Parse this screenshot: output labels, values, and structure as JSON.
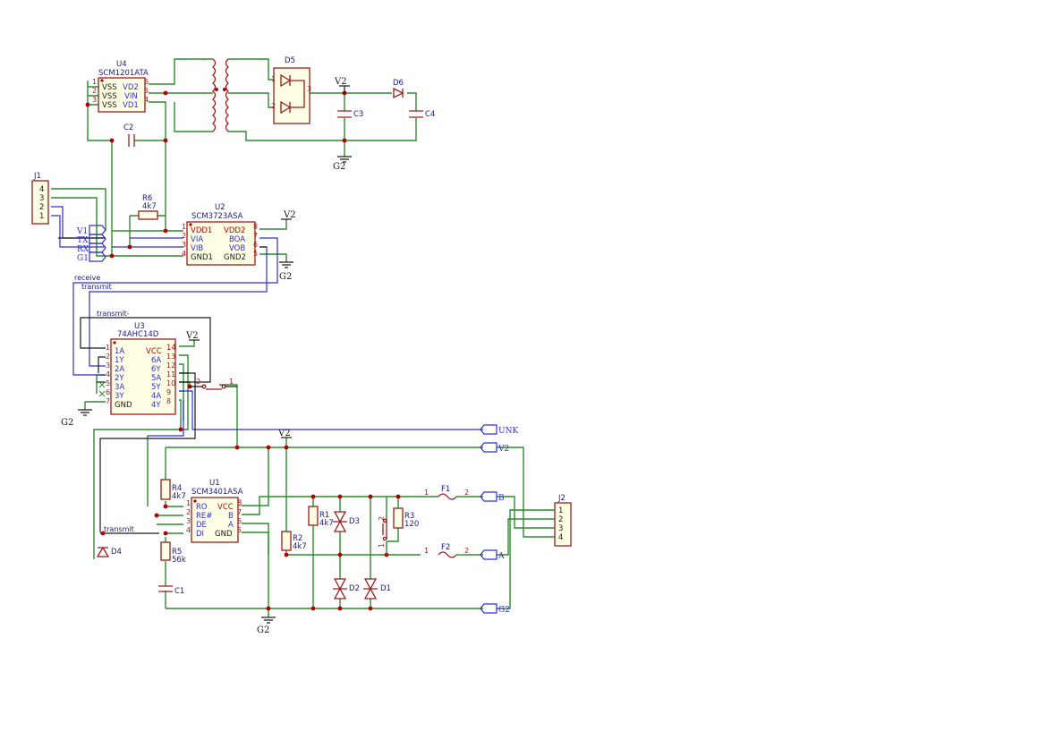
{
  "sheet": {
    "components": {
      "U4": {
        "ref": "U4",
        "value": "SCM1201ATA",
        "pins": [
          "VSS",
          "VSS",
          "VSS",
          "VD2",
          "VIN",
          "VD1"
        ],
        "nums": [
          "1",
          "2",
          "3",
          "6",
          "5",
          "4"
        ]
      },
      "U2": {
        "ref": "U2",
        "value": "SCM3723ASA",
        "left": [
          "VDD1",
          "VIA",
          "VIB",
          "GND1"
        ],
        "right": [
          "VDD2",
          "BOA",
          "VOB",
          "GND2"
        ],
        "lnums": [
          "1",
          "2",
          "3",
          "4"
        ],
        "rnums": [
          "8",
          "7",
          "6",
          "5"
        ]
      },
      "U3": {
        "ref": "U3",
        "value": "74AHC14D",
        "left": [
          "1A",
          "1Y",
          "2A",
          "2Y",
          "3A",
          "3Y",
          "GND"
        ],
        "right": [
          "VCC",
          "6A",
          "6Y",
          "5A",
          "5Y",
          "4A",
          "4Y"
        ],
        "lnums": [
          "1",
          "2",
          "3",
          "4",
          "5",
          "6",
          "7"
        ],
        "rnums": [
          "14",
          "13",
          "12",
          "11",
          "10",
          "9",
          "8"
        ]
      },
      "U1": {
        "ref": "U1",
        "value": "SCM3401ASA",
        "left": [
          "RO",
          "RE#",
          "DE",
          "DI"
        ],
        "right": [
          "VCC",
          "B",
          "A",
          "GND"
        ],
        "lnums": [
          "1",
          "2",
          "3",
          "4"
        ],
        "rnums": [
          "8",
          "7",
          "6",
          "5"
        ]
      },
      "J1": {
        "ref": "J1",
        "pins": [
          "4",
          "3",
          "2",
          "1"
        ]
      },
      "J2": {
        "ref": "J2",
        "pins": [
          "1",
          "2",
          "3",
          "4"
        ]
      },
      "D5": {
        "ref": "D5",
        "pins": [
          "1",
          "2",
          "3"
        ]
      },
      "D6": {
        "ref": "D6"
      },
      "C2": {
        "ref": "C2"
      },
      "C3": {
        "ref": "C3"
      },
      "C4": {
        "ref": "C4"
      },
      "C1": {
        "ref": "C1"
      },
      "R6": {
        "ref": "R6",
        "value": "4k7"
      },
      "R4": {
        "ref": "R4",
        "value": "4k7"
      },
      "R5": {
        "ref": "R5",
        "value": "56k"
      },
      "R1": {
        "ref": "R1",
        "value": "4k7"
      },
      "R2": {
        "ref": "R2",
        "value": "4k7"
      },
      "R3": {
        "ref": "R3",
        "value": "120"
      },
      "D1": {
        "ref": "D1"
      },
      "D2": {
        "ref": "D2"
      },
      "D3": {
        "ref": "D3"
      },
      "D4": {
        "ref": "D4"
      },
      "F1": {
        "ref": "F1",
        "pins": [
          "1",
          "2"
        ]
      },
      "F2": {
        "ref": "F2",
        "pins": [
          "1",
          "2"
        ]
      },
      "SW": {
        "pins": [
          "2",
          "1"
        ]
      },
      "JP": {
        "pins": [
          "2",
          "1"
        ]
      }
    },
    "power": {
      "v2": "V2",
      "g2": "G2"
    },
    "hier_left": [
      "V1",
      "TX",
      "RX",
      "G1"
    ],
    "hier_right": [
      "UNK",
      "V2",
      "B",
      "A",
      "G2"
    ],
    "labels": {
      "receive": "receive",
      "transmit": "transmit",
      "transmit_n": "transmit-",
      "transmit2": "transmit"
    }
  }
}
